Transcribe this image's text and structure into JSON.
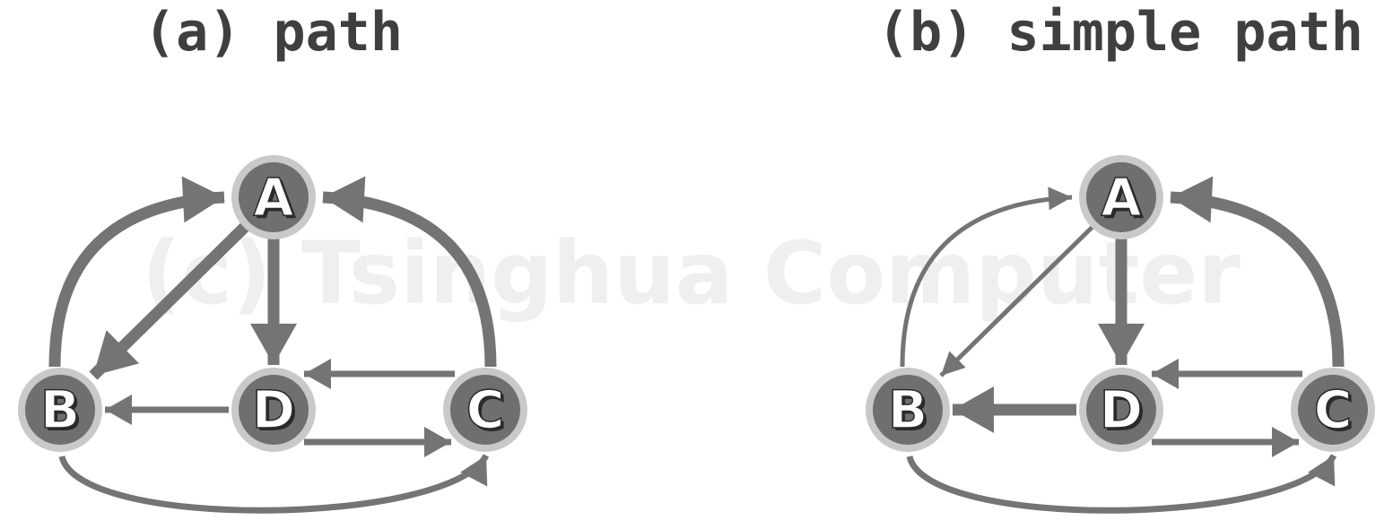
{
  "watermark": "(c) Tsinghua Computer",
  "colors": {
    "edge": "#747474",
    "node_fill": "#6f6f6f",
    "node_ring": "#c9c9c9",
    "label": "#ffffff",
    "label_shadow": "#2a2a2a",
    "title": "#3f3f3f",
    "watermark": "#efefef"
  },
  "panels": [
    {
      "title": "(a) path",
      "nodes": [
        {
          "id": "A",
          "label": "A"
        },
        {
          "id": "B",
          "label": "B"
        },
        {
          "id": "D",
          "label": "D"
        },
        {
          "id": "C",
          "label": "C"
        }
      ],
      "edges": [
        {
          "from": "B",
          "to": "A",
          "emphasis": "thick"
        },
        {
          "from": "A",
          "to": "B",
          "emphasis": "thick"
        },
        {
          "from": "A",
          "to": "D",
          "emphasis": "thick"
        },
        {
          "from": "C",
          "to": "A",
          "emphasis": "thick"
        },
        {
          "from": "C",
          "to": "D",
          "emphasis": "normal"
        },
        {
          "from": "D",
          "to": "C",
          "emphasis": "normal"
        },
        {
          "from": "D",
          "to": "B",
          "emphasis": "normal"
        },
        {
          "from": "B",
          "to": "C",
          "emphasis": "normal"
        }
      ]
    },
    {
      "title": "(b) simple path",
      "nodes": [
        {
          "id": "A",
          "label": "A"
        },
        {
          "id": "B",
          "label": "B"
        },
        {
          "id": "D",
          "label": "D"
        },
        {
          "id": "C",
          "label": "C"
        }
      ],
      "edges": [
        {
          "from": "B",
          "to": "A",
          "emphasis": "thin"
        },
        {
          "from": "A",
          "to": "B",
          "emphasis": "thin"
        },
        {
          "from": "A",
          "to": "D",
          "emphasis": "thick"
        },
        {
          "from": "C",
          "to": "A",
          "emphasis": "thick"
        },
        {
          "from": "C",
          "to": "D",
          "emphasis": "normal"
        },
        {
          "from": "D",
          "to": "C",
          "emphasis": "normal"
        },
        {
          "from": "D",
          "to": "B",
          "emphasis": "thick"
        },
        {
          "from": "B",
          "to": "C",
          "emphasis": "normal"
        }
      ]
    }
  ]
}
